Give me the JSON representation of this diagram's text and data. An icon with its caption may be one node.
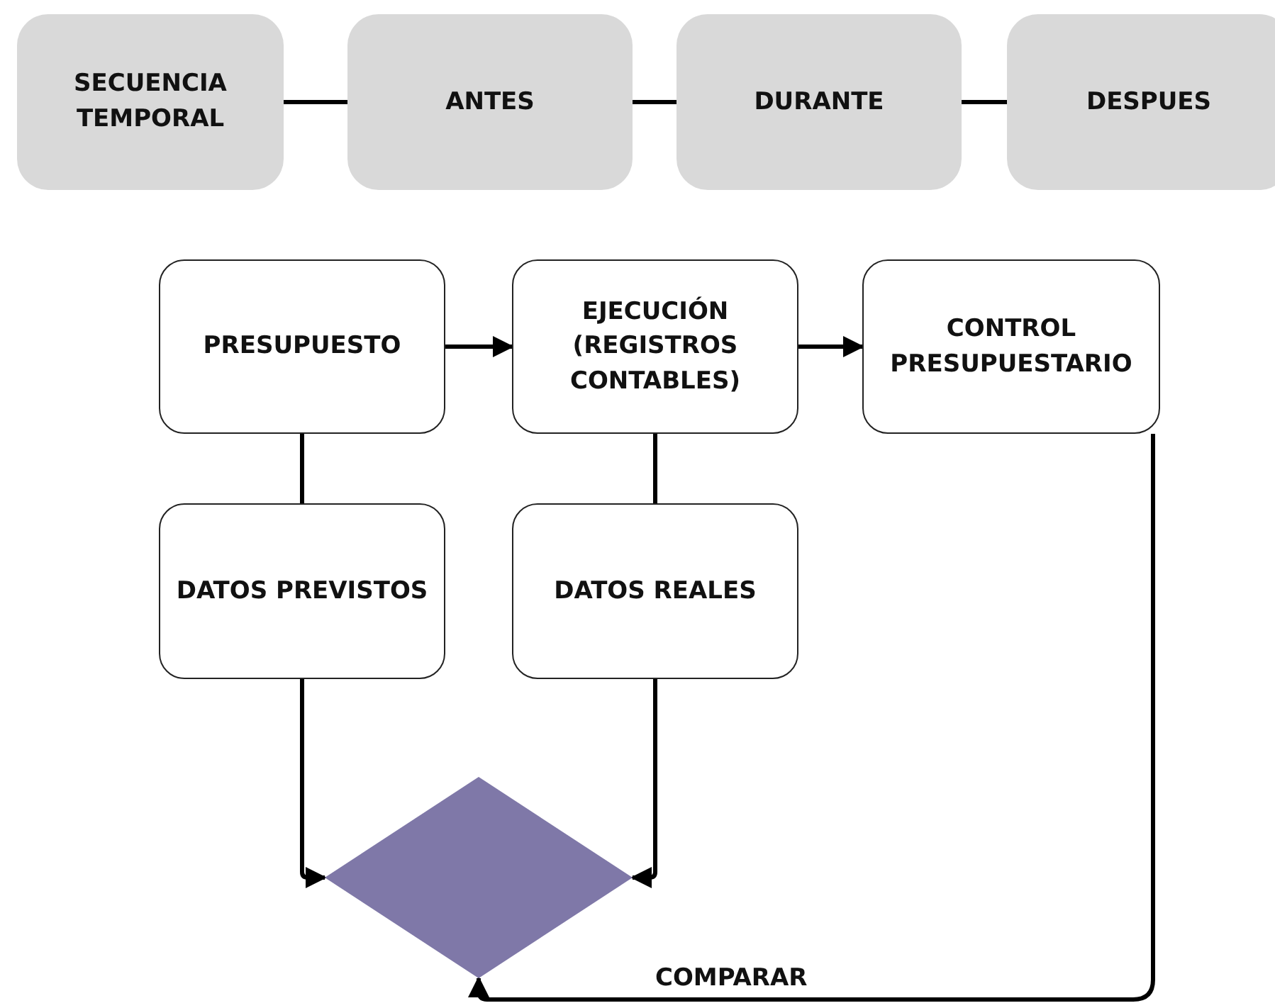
{
  "diagram": {
    "nodes": [
      {
        "text": [
          "SECUENCIA TEMPORAL"
        ]
      },
      {
        "text": [
          "ANTES"
        ]
      },
      {
        "text": [
          "DURANTE"
        ]
      },
      {
        "text": [
          "DESPUES"
        ]
      },
      {
        "text": [
          "PRESUPUESTO"
        ]
      },
      {
        "text": [
          "EJECUCIÓN (REGISTROS CONTABLES)"
        ]
      },
      {
        "text": [
          "CONTROL PRESUPUESTARIO"
        ]
      },
      {
        "text": [
          "DATOS PREVISTOS"
        ]
      },
      {
        "text": [
          "DATOS REALES"
        ]
      },
      {
        "text": [],
        "shape": "diamond",
        "beside": [
          "COMPARAR"
        ]
      }
    ],
    "edges": [
      {
        "from": 0,
        "to": 1,
        "arrow": "none"
      },
      {
        "from": 1,
        "to": 2,
        "arrow": "none"
      },
      {
        "from": 2,
        "to": 3,
        "arrow": "none"
      },
      {
        "from": 4,
        "to": 5,
        "arrow": "to"
      },
      {
        "from": 5,
        "to": 6,
        "arrow": "to"
      },
      {
        "from": 4,
        "to": 7,
        "arrow": "none"
      },
      {
        "from": 5,
        "to": 8,
        "arrow": "none"
      },
      {
        "from": 7,
        "to": 9,
        "arrow": "to"
      },
      {
        "from": 8,
        "to": 9,
        "arrow": "to"
      },
      {
        "from": 6,
        "to": 9,
        "arrow": "to"
      }
    ]
  }
}
